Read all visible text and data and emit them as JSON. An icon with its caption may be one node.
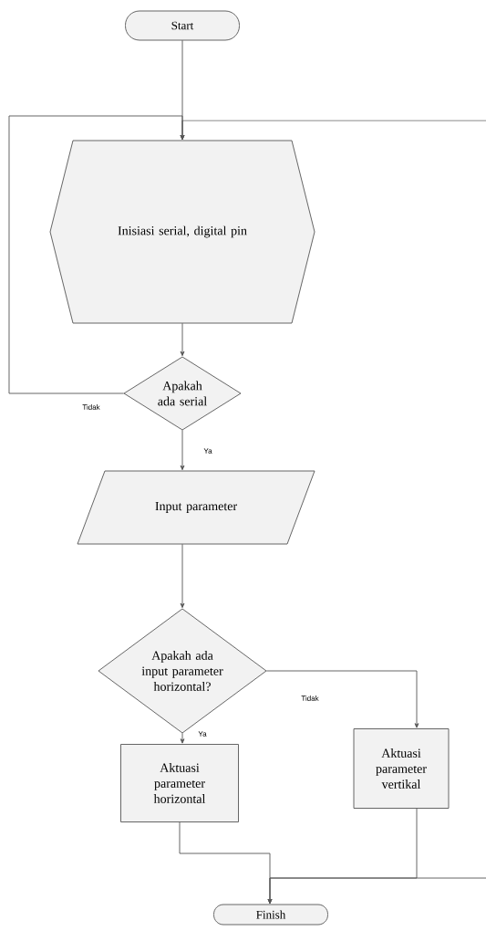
{
  "diagram": {
    "nodes": [
      {
        "text": [
          "Start"
        ]
      },
      {
        "text": [
          "Inisiasi serial, digital pin"
        ]
      },
      {
        "text": [
          "Apakah ada serial"
        ]
      },
      {
        "text": [
          "Input parameter"
        ]
      },
      {
        "text": [
          "Apakah ada input parameter horizontal?"
        ]
      },
      {
        "text": [
          "Aktuasi parameter horizontal"
        ]
      },
      {
        "text": [
          "Aktuasi parameter vertikal"
        ]
      },
      {
        "text": [
          "Finish"
        ]
      }
    ],
    "edges": [
      {
        "from": 0,
        "to": 1,
        "arrow": "to"
      },
      {
        "from": 1,
        "to": 2,
        "arrow": "to"
      },
      {
        "from": 2,
        "to": 1,
        "arrow": "to",
        "label": "Tidak"
      },
      {
        "from": null,
        "to": 1,
        "arrow": "to"
      },
      {
        "from": 2,
        "to": 3,
        "arrow": "to",
        "label": "Ya"
      },
      {
        "from": 3,
        "to": 4,
        "arrow": "to"
      },
      {
        "from": 4,
        "to": 5,
        "arrow": "to",
        "label": "Ya"
      },
      {
        "from": 4,
        "to": 6,
        "arrow": "to",
        "label": "Tidak"
      },
      {
        "from": 5,
        "to": 7,
        "arrow": "to"
      },
      {
        "from": 6,
        "to": 7,
        "arrow": "to"
      },
      {
        "from": null,
        "to": 7,
        "arrow": "to"
      }
    ]
  }
}
